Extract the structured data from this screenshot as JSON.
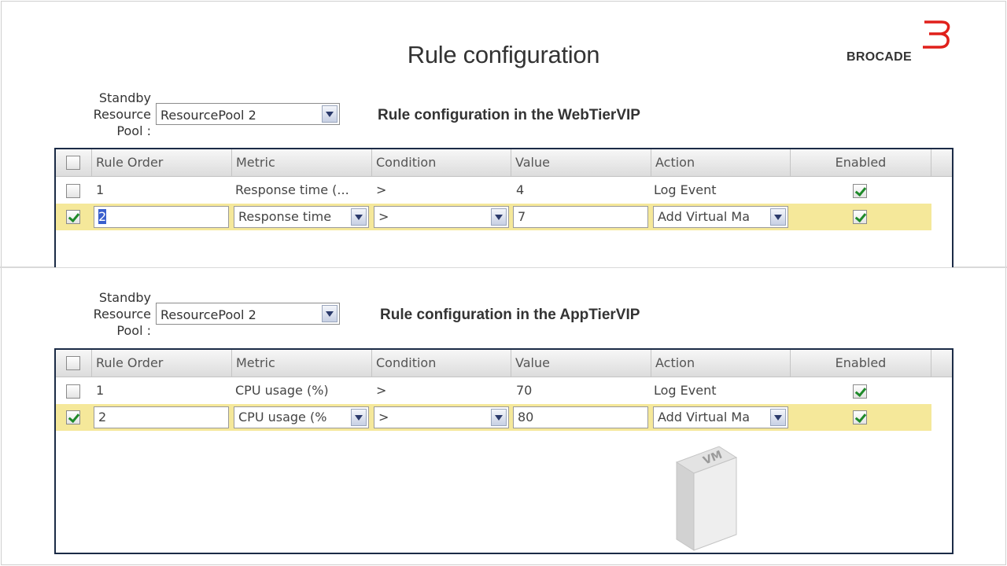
{
  "page": {
    "title": "Rule configuration"
  },
  "brand": {
    "name": "BROCADE",
    "accent": "#e0201b"
  },
  "sections": [
    {
      "standby_label": [
        "Standby",
        "Resource",
        "Pool :"
      ],
      "pool_value": "ResourcePool 2",
      "heading": "Rule configuration in the WebTierVIP",
      "columns": [
        "Rule Order",
        "Metric",
        "Condition",
        "Value",
        "Action",
        "Enabled"
      ],
      "rows": [
        {
          "order": "1",
          "metric": "Response time (...",
          "condition": ">",
          "value": "4",
          "action": "Log Event"
        },
        {
          "order": "2",
          "metric": "Response time",
          "condition": ">",
          "value": "7",
          "action": "Add Virtual Ma"
        }
      ]
    },
    {
      "standby_label": [
        "Standby",
        "Resource",
        "Pool :"
      ],
      "pool_value": "ResourcePool 2",
      "heading": "Rule configuration in the AppTierVIP",
      "columns": [
        "Rule Order",
        "Metric",
        "Condition",
        "Value",
        "Action",
        "Enabled"
      ],
      "rows": [
        {
          "order": "1",
          "metric": "CPU usage (%)",
          "condition": ">",
          "value": "70",
          "action": "Log Event"
        },
        {
          "order": "2",
          "metric": "CPU usage (%",
          "condition": ">",
          "value": "80",
          "action": "Add Virtual Ma"
        }
      ]
    }
  ],
  "vm_label": "VM",
  "colors": {
    "row_highlight": "#f5e89a",
    "grid_border": "#1b2b46",
    "check": "#1f8a2a"
  }
}
